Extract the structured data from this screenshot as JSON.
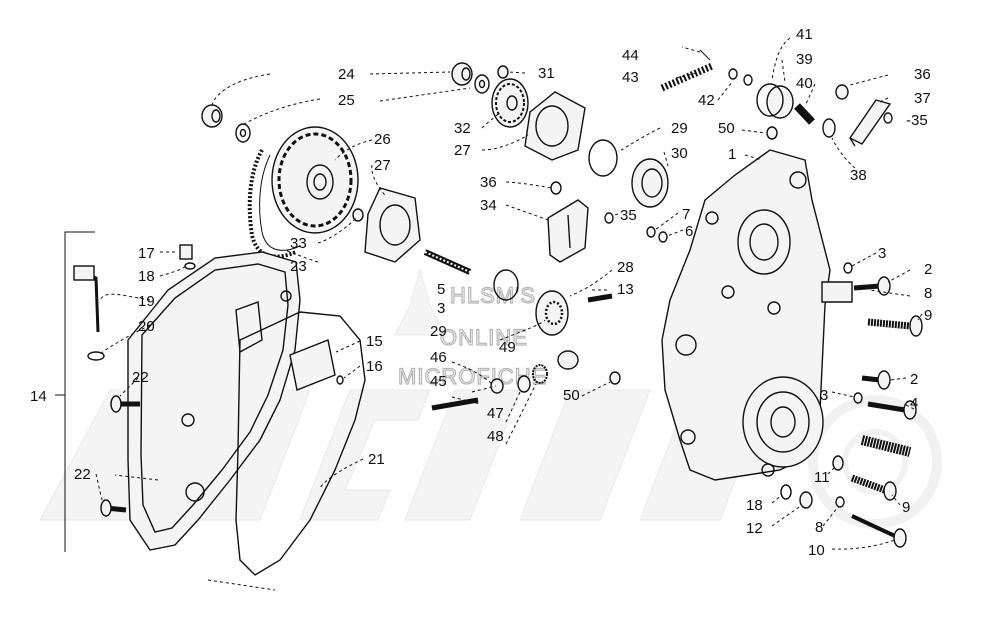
{
  "watermark": {
    "lines": [
      "HLSM'S",
      "ONLINE",
      "MICROFICHE"
    ],
    "brand": "Arcticat"
  },
  "callouts": [
    {
      "id": "c1",
      "text": "1"
    },
    {
      "id": "c2a",
      "text": "2"
    },
    {
      "id": "c2b",
      "text": "2"
    },
    {
      "id": "c3a",
      "text": "3"
    },
    {
      "id": "c3b",
      "text": "3"
    },
    {
      "id": "c3c",
      "text": "3"
    },
    {
      "id": "c4",
      "text": "4"
    },
    {
      "id": "c5",
      "text": "5"
    },
    {
      "id": "c6",
      "text": "6"
    },
    {
      "id": "c7",
      "text": "7"
    },
    {
      "id": "c8a",
      "text": "8"
    },
    {
      "id": "c8b",
      "text": "8"
    },
    {
      "id": "c9a",
      "text": "9"
    },
    {
      "id": "c9b",
      "text": "9"
    },
    {
      "id": "c10",
      "text": "10"
    },
    {
      "id": "c11",
      "text": "11"
    },
    {
      "id": "c12",
      "text": "12"
    },
    {
      "id": "c13",
      "text": "13"
    },
    {
      "id": "c14",
      "text": "14"
    },
    {
      "id": "c15",
      "text": "15"
    },
    {
      "id": "c16",
      "text": "16"
    },
    {
      "id": "c17",
      "text": "17"
    },
    {
      "id": "c18a",
      "text": "18"
    },
    {
      "id": "c18b",
      "text": "18"
    },
    {
      "id": "c19",
      "text": "19"
    },
    {
      "id": "c20",
      "text": "20"
    },
    {
      "id": "c21",
      "text": "21"
    },
    {
      "id": "c22a",
      "text": "22"
    },
    {
      "id": "c22b",
      "text": "22"
    },
    {
      "id": "c23",
      "text": "23"
    },
    {
      "id": "c24",
      "text": "24"
    },
    {
      "id": "c25",
      "text": "25"
    },
    {
      "id": "c26",
      "text": "26"
    },
    {
      "id": "c27a",
      "text": "27"
    },
    {
      "id": "c27b",
      "text": "27"
    },
    {
      "id": "c28",
      "text": "28"
    },
    {
      "id": "c29a",
      "text": "29"
    },
    {
      "id": "c29b",
      "text": "29"
    },
    {
      "id": "c30",
      "text": "30"
    },
    {
      "id": "c31",
      "text": "31"
    },
    {
      "id": "c32",
      "text": "32"
    },
    {
      "id": "c33",
      "text": "33"
    },
    {
      "id": "c34",
      "text": "34"
    },
    {
      "id": "c35a",
      "text": "35"
    },
    {
      "id": "c35b",
      "text": "-35"
    },
    {
      "id": "c36a",
      "text": "36"
    },
    {
      "id": "c36b",
      "text": "36"
    },
    {
      "id": "c37",
      "text": "37"
    },
    {
      "id": "c38",
      "text": "38"
    },
    {
      "id": "c39",
      "text": "39"
    },
    {
      "id": "c40",
      "text": "40"
    },
    {
      "id": "c41",
      "text": "41"
    },
    {
      "id": "c42",
      "text": "42"
    },
    {
      "id": "c43",
      "text": "43"
    },
    {
      "id": "c44",
      "text": "44"
    },
    {
      "id": "c45",
      "text": "45"
    },
    {
      "id": "c46",
      "text": "46"
    },
    {
      "id": "c47",
      "text": "47"
    },
    {
      "id": "c48",
      "text": "48"
    },
    {
      "id": "c49",
      "text": "49"
    },
    {
      "id": "c50a",
      "text": "50"
    },
    {
      "id": "c50b",
      "text": "50"
    }
  ]
}
